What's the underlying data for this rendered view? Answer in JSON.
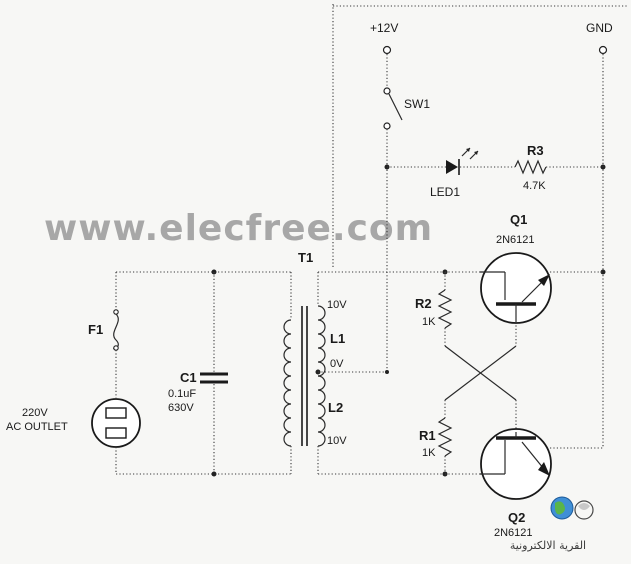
{
  "watermark": "www.elecfree.com",
  "logo_text": "القرية الالكترونية",
  "labels": {
    "v12": "+12V",
    "gnd": "GND",
    "sw1": "SW1",
    "led1": "LED1",
    "r3": "R3",
    "r3_val": "4.7K",
    "t1": "T1",
    "q1": "Q1",
    "q1_part": "2N6121",
    "q2": "Q2",
    "q2_part": "2N6121",
    "r2": "R2",
    "r2_val": "1K",
    "r1": "R1",
    "r1_val": "1K",
    "f1": "F1",
    "c1": "C1",
    "c1_val1": "0.1uF",
    "c1_val2": "630V",
    "outlet1": "220V",
    "outlet2": "AC OUTLET",
    "l1": "L1",
    "l2": "L2",
    "tap_top": "10V",
    "tap_mid": "0V",
    "tap_bot": "10V"
  }
}
